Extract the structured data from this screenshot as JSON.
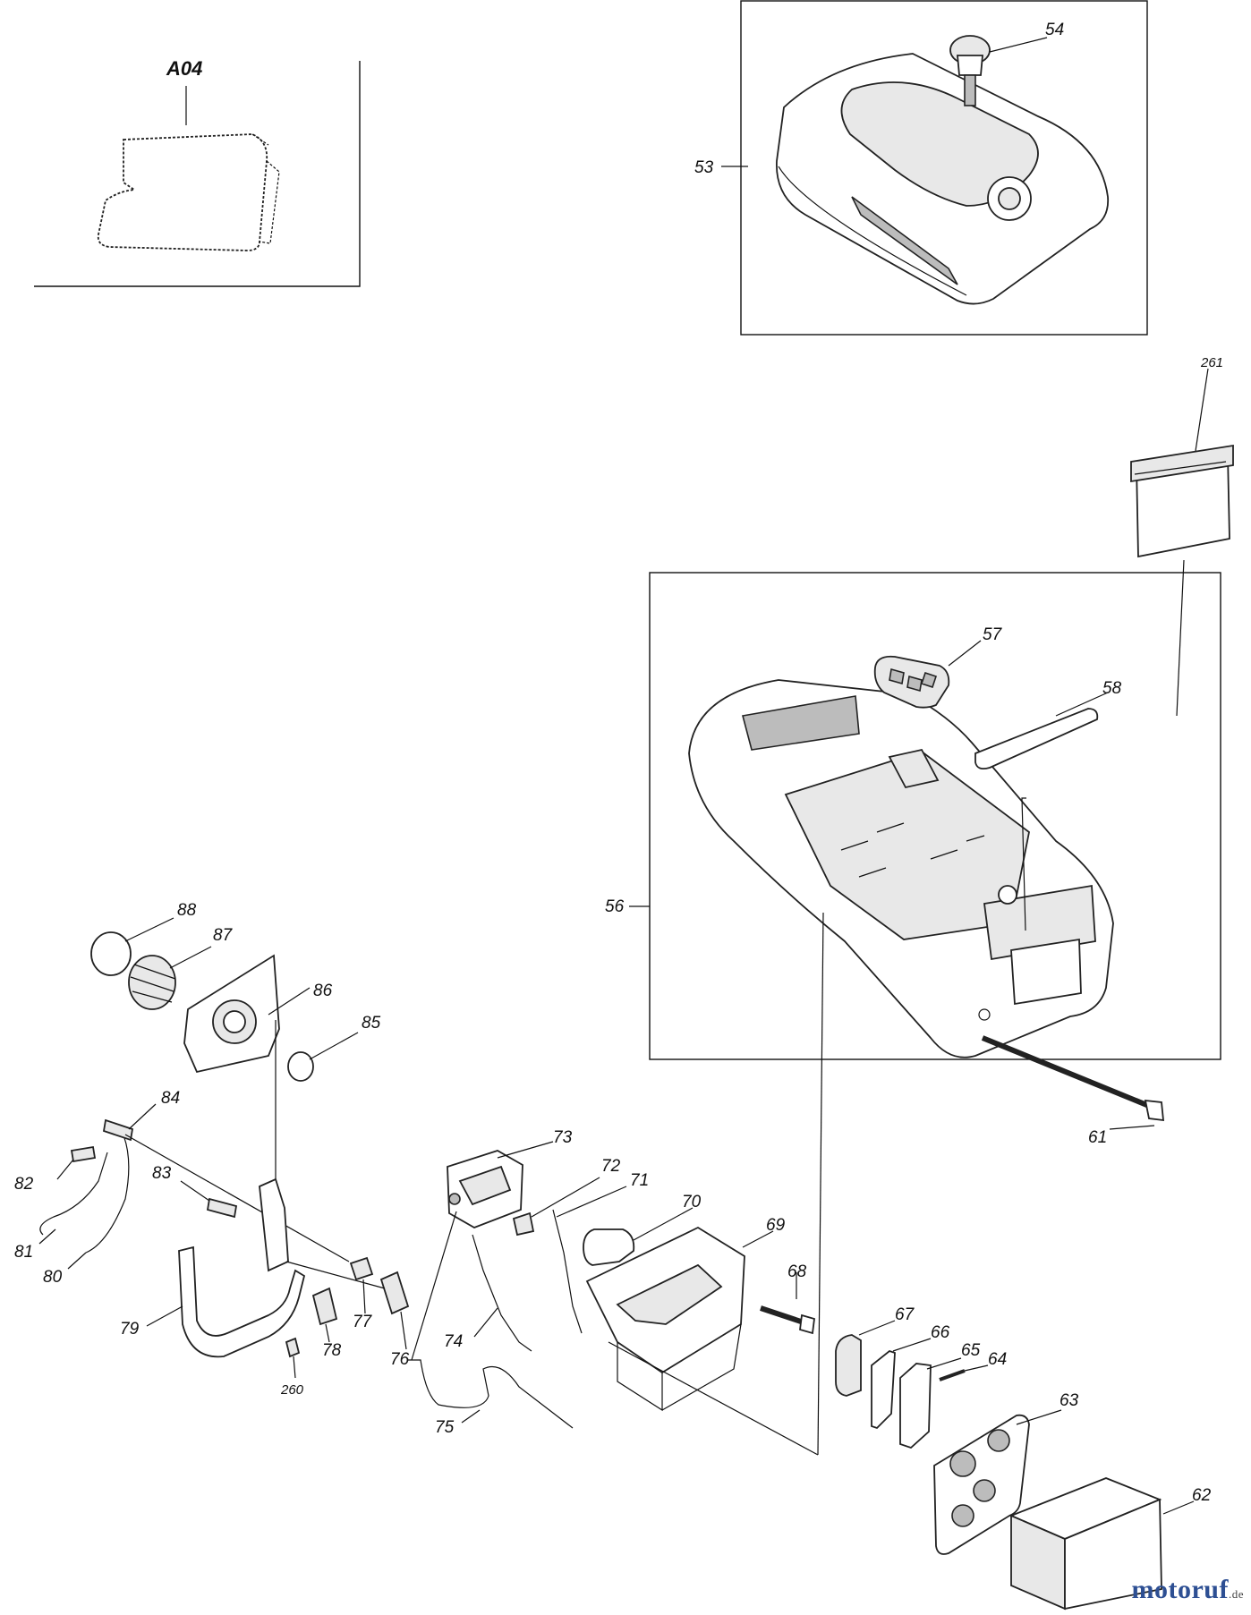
{
  "callouts": {
    "a04": "A04",
    "p53": "53",
    "p54": "54",
    "p261": "261",
    "p56": "56",
    "p57": "57",
    "p58": "58",
    "p61": "61",
    "p62": "62",
    "p63": "63",
    "p64": "64",
    "p65": "65",
    "p66": "66",
    "p67": "67",
    "p68": "68",
    "p69": "69",
    "p70": "70",
    "p71": "71",
    "p72": "72",
    "p73": "73",
    "p74": "74",
    "p75": "75",
    "p76": "76",
    "p77": "77",
    "p78": "78",
    "p79": "79",
    "p80": "80",
    "p81": "81",
    "p82": "82",
    "p83": "83",
    "p84": "84",
    "p85": "85",
    "p86": "86",
    "p87": "87",
    "p88": "88",
    "p260": "260"
  },
  "watermark": {
    "brand": "motoruf",
    "tld": ".de"
  }
}
